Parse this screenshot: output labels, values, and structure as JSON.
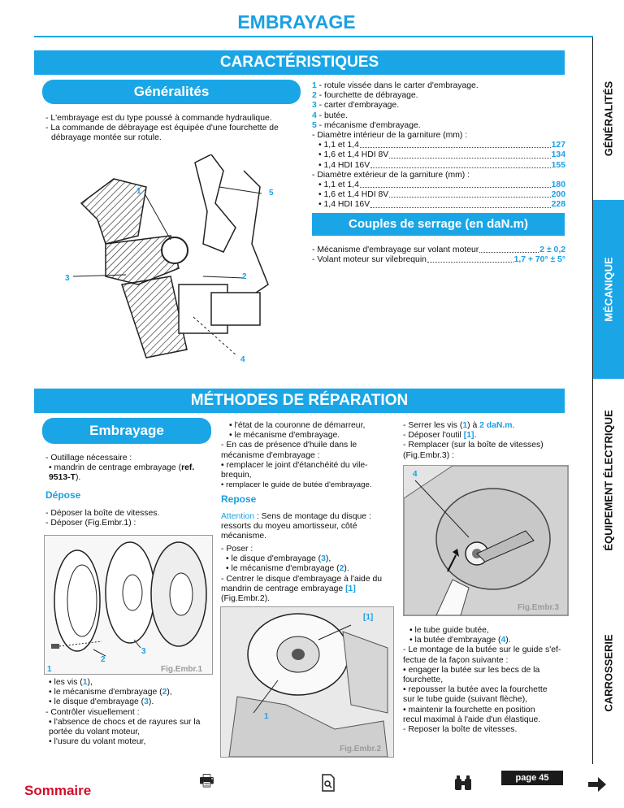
{
  "page_title": "EMBRAYAGE",
  "caracteristiques": {
    "title": "CARACTÉRISTIQUES",
    "generalites_title": "Généralités",
    "generalites_lines": [
      "- L'embrayage est du type poussé à commande hydraulique.",
      "- La commande de débrayage est équipée d'une fourchette de",
      "  débrayage montée sur rotule."
    ],
    "legend": [
      {
        "n": "1",
        "t": " - rotule vissée dans le carter d'embrayage."
      },
      {
        "n": "2",
        "t": " - fourchette de débrayage."
      },
      {
        "n": "3",
        "t": " - carter d'embrayage."
      },
      {
        "n": "4",
        "t": " - butée."
      },
      {
        "n": "5",
        "t": " - mécanisme d'embrayage."
      }
    ],
    "diam_int_title": "- Diamètre intérieur de la garniture (mm) :",
    "diam_int": [
      {
        "l": "• 1,1 et 1,4 ",
        "v": "127"
      },
      {
        "l": "• 1,6 et 1,4 HDI 8V",
        "v": "134"
      },
      {
        "l": "• 1,4 HDI 16V ",
        "v": "155"
      }
    ],
    "diam_ext_title": "- Diamètre extérieur de la garniture (mm) :",
    "diam_ext": [
      {
        "l": "• 1,1 et 1,4 ",
        "v": "180"
      },
      {
        "l": "• 1,6 et 1,4 HDI 8V",
        "v": "200"
      },
      {
        "l": "• 1,4 HDI 16V ",
        "v": "228"
      }
    ],
    "fig_callouts": {
      "c1": "1",
      "c5": "5",
      "c3": "3",
      "c2": "2",
      "c4": "4"
    }
  },
  "couples": {
    "title": "Couples de serrage (en daN.m)",
    "rows": [
      {
        "l": "- Mécanisme d'embrayage sur volant moteur",
        "v": "2 ± 0,2"
      },
      {
        "l": "- Volant moteur sur vilebrequin",
        "v": "1,7 + 70° ± 5°"
      }
    ]
  },
  "methodes": {
    "title": "MÉTHODES DE RÉPARATION",
    "embrayage_title": "Embrayage",
    "outillage": "- Outillage nécessaire :",
    "mandrin": "• mandrin de centrage embrayage (",
    "mandrin_ref": "ref. 9513-T",
    "mandrin_end": ").",
    "depose_title": "Dépose",
    "depose_lines": [
      "- Déposer la boîte de vitesses.",
      "- Déposer (Fig.Embr.1) :"
    ],
    "col1_lines": [
      {
        "p": "• les vis (",
        "n": "1",
        "s": "),"
      },
      {
        "p": "• le mécanisme d'embrayage (",
        "n": "2",
        "s": "),"
      },
      {
        "p": "• le disque d'embrayage (",
        "n": "3",
        "s": ")."
      }
    ],
    "controler": "- Contrôler visuellement :",
    "controle_items": [
      "• l'absence de chocs et de rayures sur la",
      "   portée du volant moteur,",
      "• l'usure du volant moteur,"
    ],
    "col2_top": [
      "• l'état de la couronne de démarreur,",
      "• le mécanisme d'embrayage.",
      "- En cas de présence d'huile dans le",
      "  mécanisme d'embrayage :",
      "  • remplacer le joint d'étanchéité du vile-",
      "     brequin,",
      "  • remplacer le guide de butée d'embrayage."
    ],
    "repose_title": "Repose",
    "attention_label": "Attention",
    "attention_text": " : Sens de montage du disque : ressorts du moyeu amortisseur, côté mécanisme.",
    "poser": "- Poser :",
    "poser_items": [
      {
        "p": "• le disque d'embrayage (",
        "n": "3",
        "s": "),"
      },
      {
        "p": "• le mécanisme d'embrayage (",
        "n": "2",
        "s": ")."
      }
    ],
    "centrer": "- Centrer le disque d'embrayage à l'aide du mandrin de centrage embrayage ",
    "centrer_ref": "[1]",
    "centrer_end": " (Fig.Embr.2).",
    "col3_serrer_p": "- Serrer les vis (",
    "col3_serrer_n": "1",
    "col3_serrer_m": ") à ",
    "col3_serrer_v": "2 daN.m",
    "col3_serrer_s": ".",
    "col3_deposer_p": "- Déposer l'outil ",
    "col3_deposer_r": "[1]",
    "col3_deposer_s": ".",
    "col3_remplacer": "- Remplacer (sur la boîte de vitesses) (Fig.Embr.3) :",
    "col3_bottom": [
      "• le tube guide butée,",
      "• la butée d'embrayage (",
      "- Le montage de la butée sur le guide s'ef-",
      "  fectue de la façon suivante :",
      "  • engager la butée sur les becs de la",
      "     fourchette,",
      "  • repousser la butée avec la fourchette",
      "     sur le tube guide (suivant flèche),",
      "  • maintenir la fourchette en position",
      "     recul maximal à l'aide d'un élastique.",
      "- Reposer la boîte de vitesses."
    ],
    "col3_butee_n": "4",
    "col3_butee_s": ").",
    "fig1": {
      "label": "Fig.Embr.1",
      "c1": "1",
      "c2": "2",
      "c3": "3"
    },
    "fig2": {
      "label": "Fig.Embr.2",
      "c1": "[1]",
      "c2": "1"
    },
    "fig3": {
      "label": "Fig.Embr.3",
      "c1": "4"
    }
  },
  "side_tabs": [
    "GÉNÉRALITÉS",
    "MÉCANIQUE",
    "ÉQUIPEMENT ÉLECTRIQUE",
    "CARROSSERIE"
  ],
  "footer": {
    "page": "page 45",
    "sommaire": "Sommaire"
  },
  "colors": {
    "accent": "#1aa6e6",
    "red": "#d0102a"
  }
}
